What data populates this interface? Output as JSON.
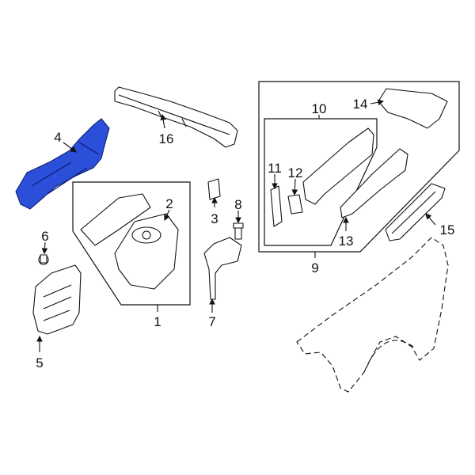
{
  "diagram": {
    "title": "Fender apron and radiator support components",
    "highlight_color": "#2b4fd8",
    "highlighted_part": "4",
    "callouts": [
      "1",
      "2",
      "3",
      "4",
      "5",
      "6",
      "7",
      "8",
      "9",
      "10",
      "11",
      "12",
      "13",
      "14",
      "15",
      "16"
    ]
  }
}
